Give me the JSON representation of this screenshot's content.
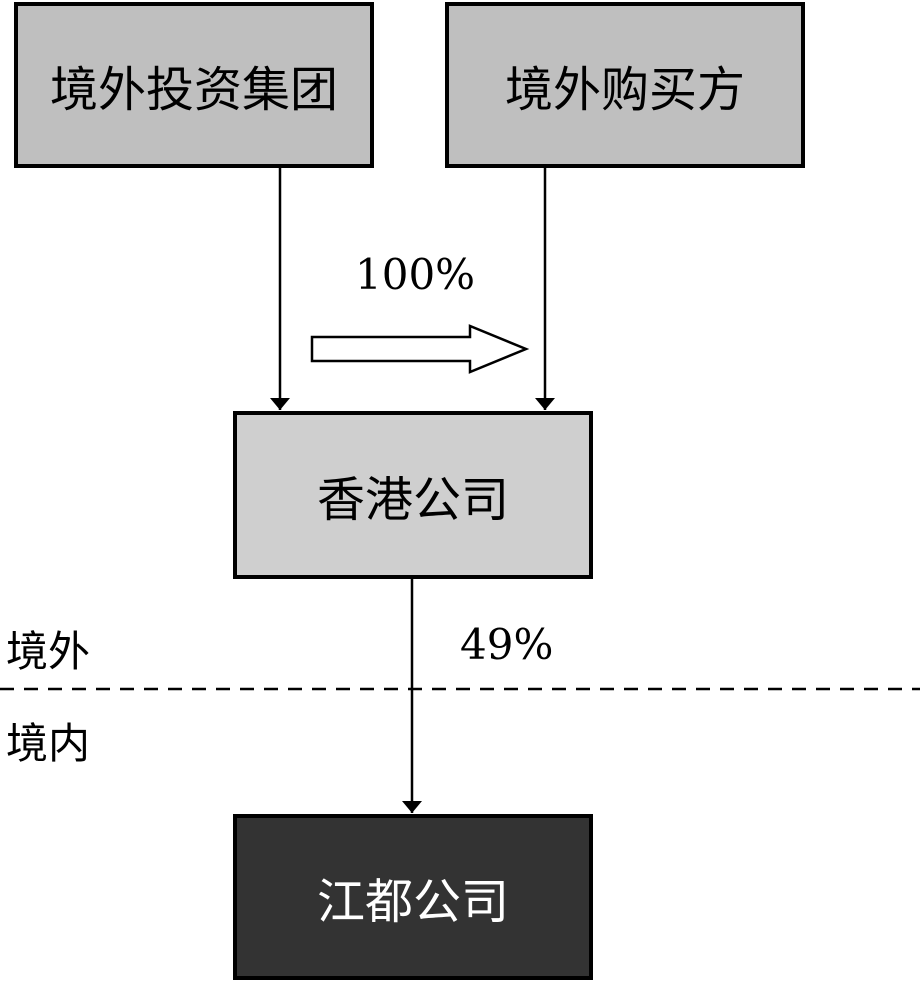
{
  "nodes": {
    "investment_group": "境外投资集团",
    "overseas_buyer": "境外购买方",
    "hk_company": "香港公司",
    "jiangdu_company": "江都公司"
  },
  "edges": {
    "transfer_percent": "100%",
    "hk_to_jiangdu_percent": "49%"
  },
  "regions": {
    "overseas": "境外",
    "domestic": "境内"
  },
  "colors": {
    "top_box_fill": "#bfbfbf",
    "hk_box_fill": "#cfcfcf",
    "jiangdu_box_fill": "#333333",
    "jiangdu_text": "#ffffff"
  }
}
